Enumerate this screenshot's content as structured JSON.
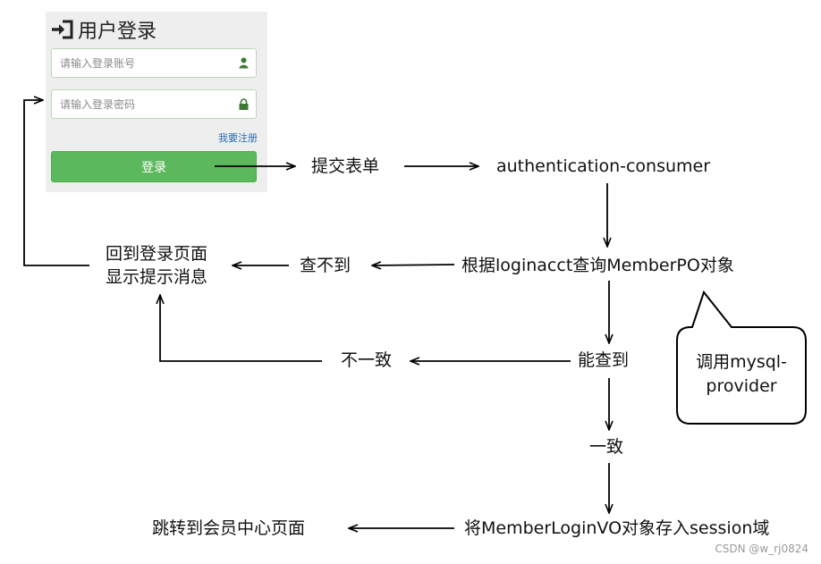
{
  "login": {
    "title": "用户登录",
    "account_placeholder": "请输入登录账号",
    "password_placeholder": "请输入登录密码",
    "register_link": "我要注册",
    "login_button": "登录"
  },
  "flow": {
    "submit_form": "提交表单",
    "auth_consumer": "authentication-consumer",
    "query_member": "根据loginacct查询MemberPO对象",
    "not_found": "查不到",
    "back_line1": "回到登录页面",
    "back_line2": "显示提示消息",
    "found": "能查到",
    "mismatch": "不一致",
    "match": "一致",
    "store_session": "将MemberLoginVO对象存入session域",
    "jump_member_center": "跳转到会员中心页面"
  },
  "callout": {
    "line1": "调用mysql-",
    "line2": "provider"
  },
  "watermark": "CSDN @w_rj0824",
  "colors": {
    "login_button": "#5cb85c",
    "panel_bg": "#eeeeee",
    "field_icon": "#3c7a34",
    "link": "#2b6cb0"
  },
  "icons": [
    "sign-in-icon",
    "user-icon",
    "lock-icon"
  ]
}
